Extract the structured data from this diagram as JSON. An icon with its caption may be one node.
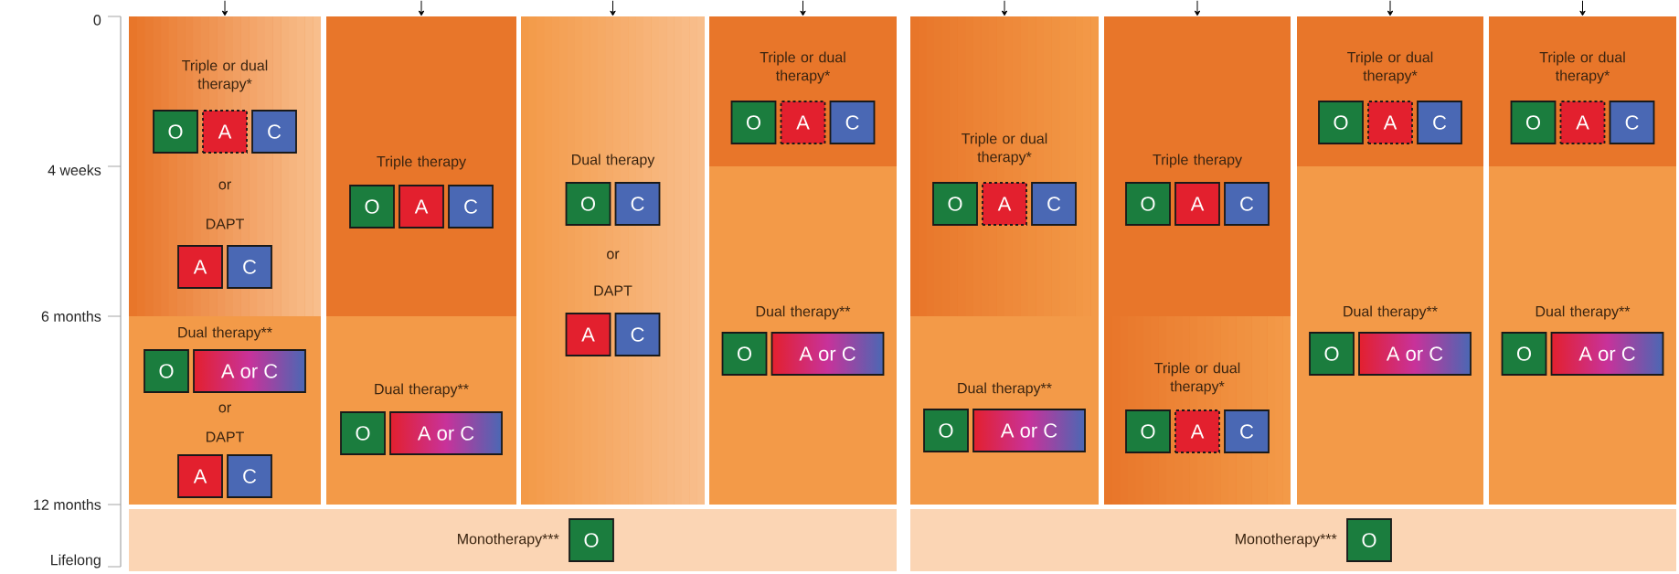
{
  "diagram": {
    "nodes": [
      {
        "text": [
          "Triple or dual therapy*",
          "or",
          "DAPT"
        ]
      },
      {
        "text": [
          "O"
        ],
        "in": 0
      },
      {
        "text": [
          "A"
        ],
        "in": 0
      },
      {
        "text": [
          "C"
        ],
        "in": 0
      },
      {
        "text": [
          "A"
        ],
        "in": 0
      },
      {
        "text": [
          "C"
        ],
        "in": 0
      },
      {
        "text": [
          "Dual therapy**",
          "or",
          "DAPT"
        ]
      },
      {
        "text": [
          "O"
        ],
        "in": 6
      },
      {
        "text": [
          "A or C"
        ],
        "in": 6
      },
      {
        "text": [
          "A"
        ],
        "in": 6
      },
      {
        "text": [
          "C"
        ],
        "in": 6
      },
      {
        "text": [
          "Triple therapy"
        ]
      },
      {
        "text": [
          "O"
        ],
        "in": 11
      },
      {
        "text": [
          "A"
        ],
        "in": 11
      },
      {
        "text": [
          "C"
        ],
        "in": 11
      },
      {
        "text": [
          "Dual therapy**"
        ]
      },
      {
        "text": [
          "O"
        ],
        "in": 15
      },
      {
        "text": [
          "A or C"
        ],
        "in": 15
      },
      {
        "text": [
          "Dual therapy",
          "or",
          "DAPT"
        ]
      },
      {
        "text": [
          "O"
        ],
        "in": 18
      },
      {
        "text": [
          "C"
        ],
        "in": 18
      },
      {
        "text": [
          "A"
        ],
        "in": 18
      },
      {
        "text": [
          "C"
        ],
        "in": 18
      },
      {
        "text": [
          "Triple or dual therapy*"
        ]
      },
      {
        "text": [
          "O"
        ],
        "in": 23
      },
      {
        "text": [
          "A"
        ],
        "in": 23
      },
      {
        "text": [
          "C"
        ],
        "in": 23
      },
      {
        "text": [
          "Dual therapy**"
        ]
      },
      {
        "text": [
          "O"
        ],
        "in": 27
      },
      {
        "text": [
          "A or C"
        ],
        "in": 27
      },
      {
        "text": [
          "Triple or dual therapy*"
        ]
      },
      {
        "text": [
          "O"
        ],
        "in": 30
      },
      {
        "text": [
          "A"
        ],
        "in": 30
      },
      {
        "text": [
          "C"
        ],
        "in": 30
      },
      {
        "text": [
          "Dual therapy**"
        ]
      },
      {
        "text": [
          "O"
        ],
        "in": 34
      },
      {
        "text": [
          "A or C"
        ],
        "in": 34
      },
      {
        "text": [
          "Triple therapy"
        ]
      },
      {
        "text": [
          "O"
        ],
        "in": 37
      },
      {
        "text": [
          "A"
        ],
        "in": 37
      },
      {
        "text": [
          "C"
        ],
        "in": 37
      },
      {
        "text": [
          "Triple or dual therapy*"
        ]
      },
      {
        "text": [
          "O"
        ],
        "in": 41
      },
      {
        "text": [
          "A"
        ],
        "in": 41
      },
      {
        "text": [
          "C"
        ],
        "in": 41
      },
      {
        "text": [
          "Triple or dual therapy*"
        ]
      },
      {
        "text": [
          "O"
        ],
        "in": 45
      },
      {
        "text": [
          "A"
        ],
        "in": 45
      },
      {
        "text": [
          "C"
        ],
        "in": 45
      },
      {
        "text": [
          "Dual therapy**"
        ]
      },
      {
        "text": [
          "O"
        ],
        "in": 49
      },
      {
        "text": [
          "A or C"
        ],
        "in": 49
      },
      {
        "text": [
          "Triple or dual therapy*"
        ]
      },
      {
        "text": [
          "O"
        ],
        "in": 52
      },
      {
        "text": [
          "A"
        ],
        "in": 52
      },
      {
        "text": [
          "C"
        ],
        "in": 52
      },
      {
        "text": [
          "Dual therapy**"
        ]
      },
      {
        "text": [
          "O"
        ],
        "in": 56
      },
      {
        "text": [
          "A or C"
        ],
        "in": 56
      },
      {
        "text": [
          "Monotherapy***"
        ]
      },
      {
        "text": [
          "O"
        ],
        "in": 59
      },
      {
        "text": [
          "Monotherapy***"
        ]
      },
      {
        "text": [
          "O"
        ],
        "in": 61
      }
    ],
    "edges": [
      {
        "from": null,
        "to": 0,
        "arrow": "to"
      },
      {
        "from": null,
        "to": 11,
        "arrow": "to"
      },
      {
        "from": null,
        "to": 18,
        "arrow": "to"
      },
      {
        "from": null,
        "to": 23,
        "arrow": "to"
      },
      {
        "from": null,
        "to": 30,
        "arrow": "to"
      },
      {
        "from": null,
        "to": 37,
        "arrow": "to"
      },
      {
        "from": null,
        "to": 45,
        "arrow": "to"
      },
      {
        "from": null,
        "to": 52,
        "arrow": "to"
      }
    ],
    "labels": [
      "0",
      "4 weeks",
      "6 months",
      "12 months",
      "Lifelong"
    ]
  }
}
